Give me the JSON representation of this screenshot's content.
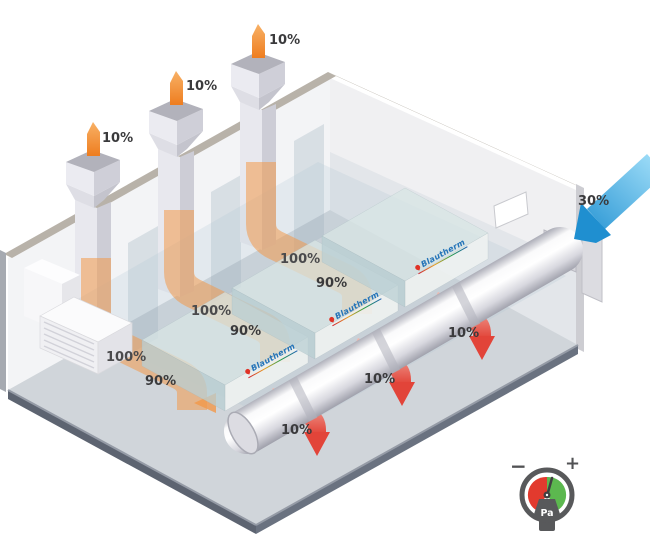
{
  "diagram": {
    "brand_logo": "Blautherm",
    "chimneys": [
      {
        "flue_output": "10%"
      },
      {
        "flue_output": "10%"
      },
      {
        "flue_output": "10%"
      }
    ],
    "ducts": [
      {
        "inlet": "100%",
        "outlet": "90%"
      },
      {
        "inlet": "100%",
        "outlet": "90%"
      },
      {
        "inlet": "100%",
        "outlet": "90%"
      }
    ],
    "wall_air_intake": "30%",
    "floor_vents": [
      "10%",
      "10%",
      "10%"
    ],
    "gauge": {
      "minus": "−",
      "plus": "+",
      "unit": "Pa"
    },
    "colors": {
      "flame_orange": "#f49b3f",
      "duct_orange": "#f3994a",
      "vent_red": "#e53528",
      "intake_blue": "#2d9fd8",
      "gauge_red": "#e23a2e",
      "gauge_green": "#5cb84f",
      "gauge_ring": "#58595b",
      "floor_gray": "#d0d5da",
      "wall_edge_beige": "#b8b2a9"
    }
  }
}
